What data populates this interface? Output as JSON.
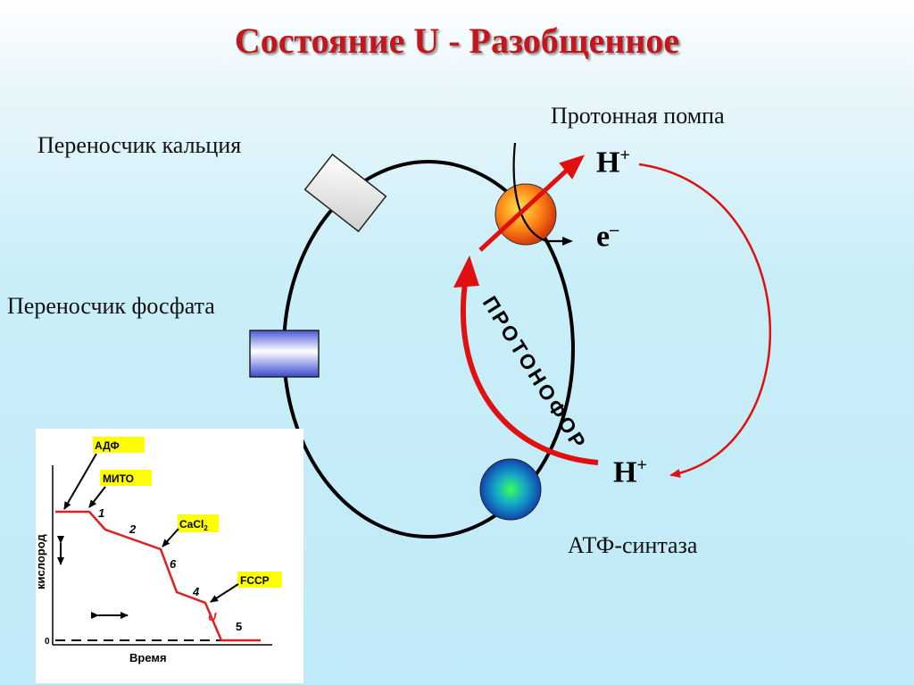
{
  "title": "Состояние U - Разобщенное",
  "labels": {
    "calcium_carrier": "Переносчик кальция",
    "phosphate_carrier": "Переносчик фосфата",
    "proton_pump": "Протонная помпа",
    "atp_synthase": "АТФ-синтаза",
    "protonophore": "ПРОТОНОФОР",
    "h_plus_top_base": "H",
    "h_plus_top_sup": "+",
    "electron_base": "e",
    "electron_sup": "–",
    "h_plus_bottom_base": "H",
    "h_plus_bottom_sup": "+"
  },
  "inset": {
    "y_axis_label": "кислород",
    "x_axis_label": "Время",
    "zero_label": "0",
    "callouts": {
      "adp": "АДФ",
      "mito": "МИТО",
      "cacl2": "CaCl",
      "cacl2_sub": "2",
      "fccp": "FCCP"
    },
    "segment_labels": {
      "s1": "1",
      "s2": "2",
      "s6": "6",
      "s4": "4",
      "su": "U",
      "s5": "5"
    }
  },
  "colors": {
    "title": "#c4161c",
    "arrow_red": "#e01010",
    "callout_bg": "#ffff00",
    "trace": "#e02020"
  }
}
